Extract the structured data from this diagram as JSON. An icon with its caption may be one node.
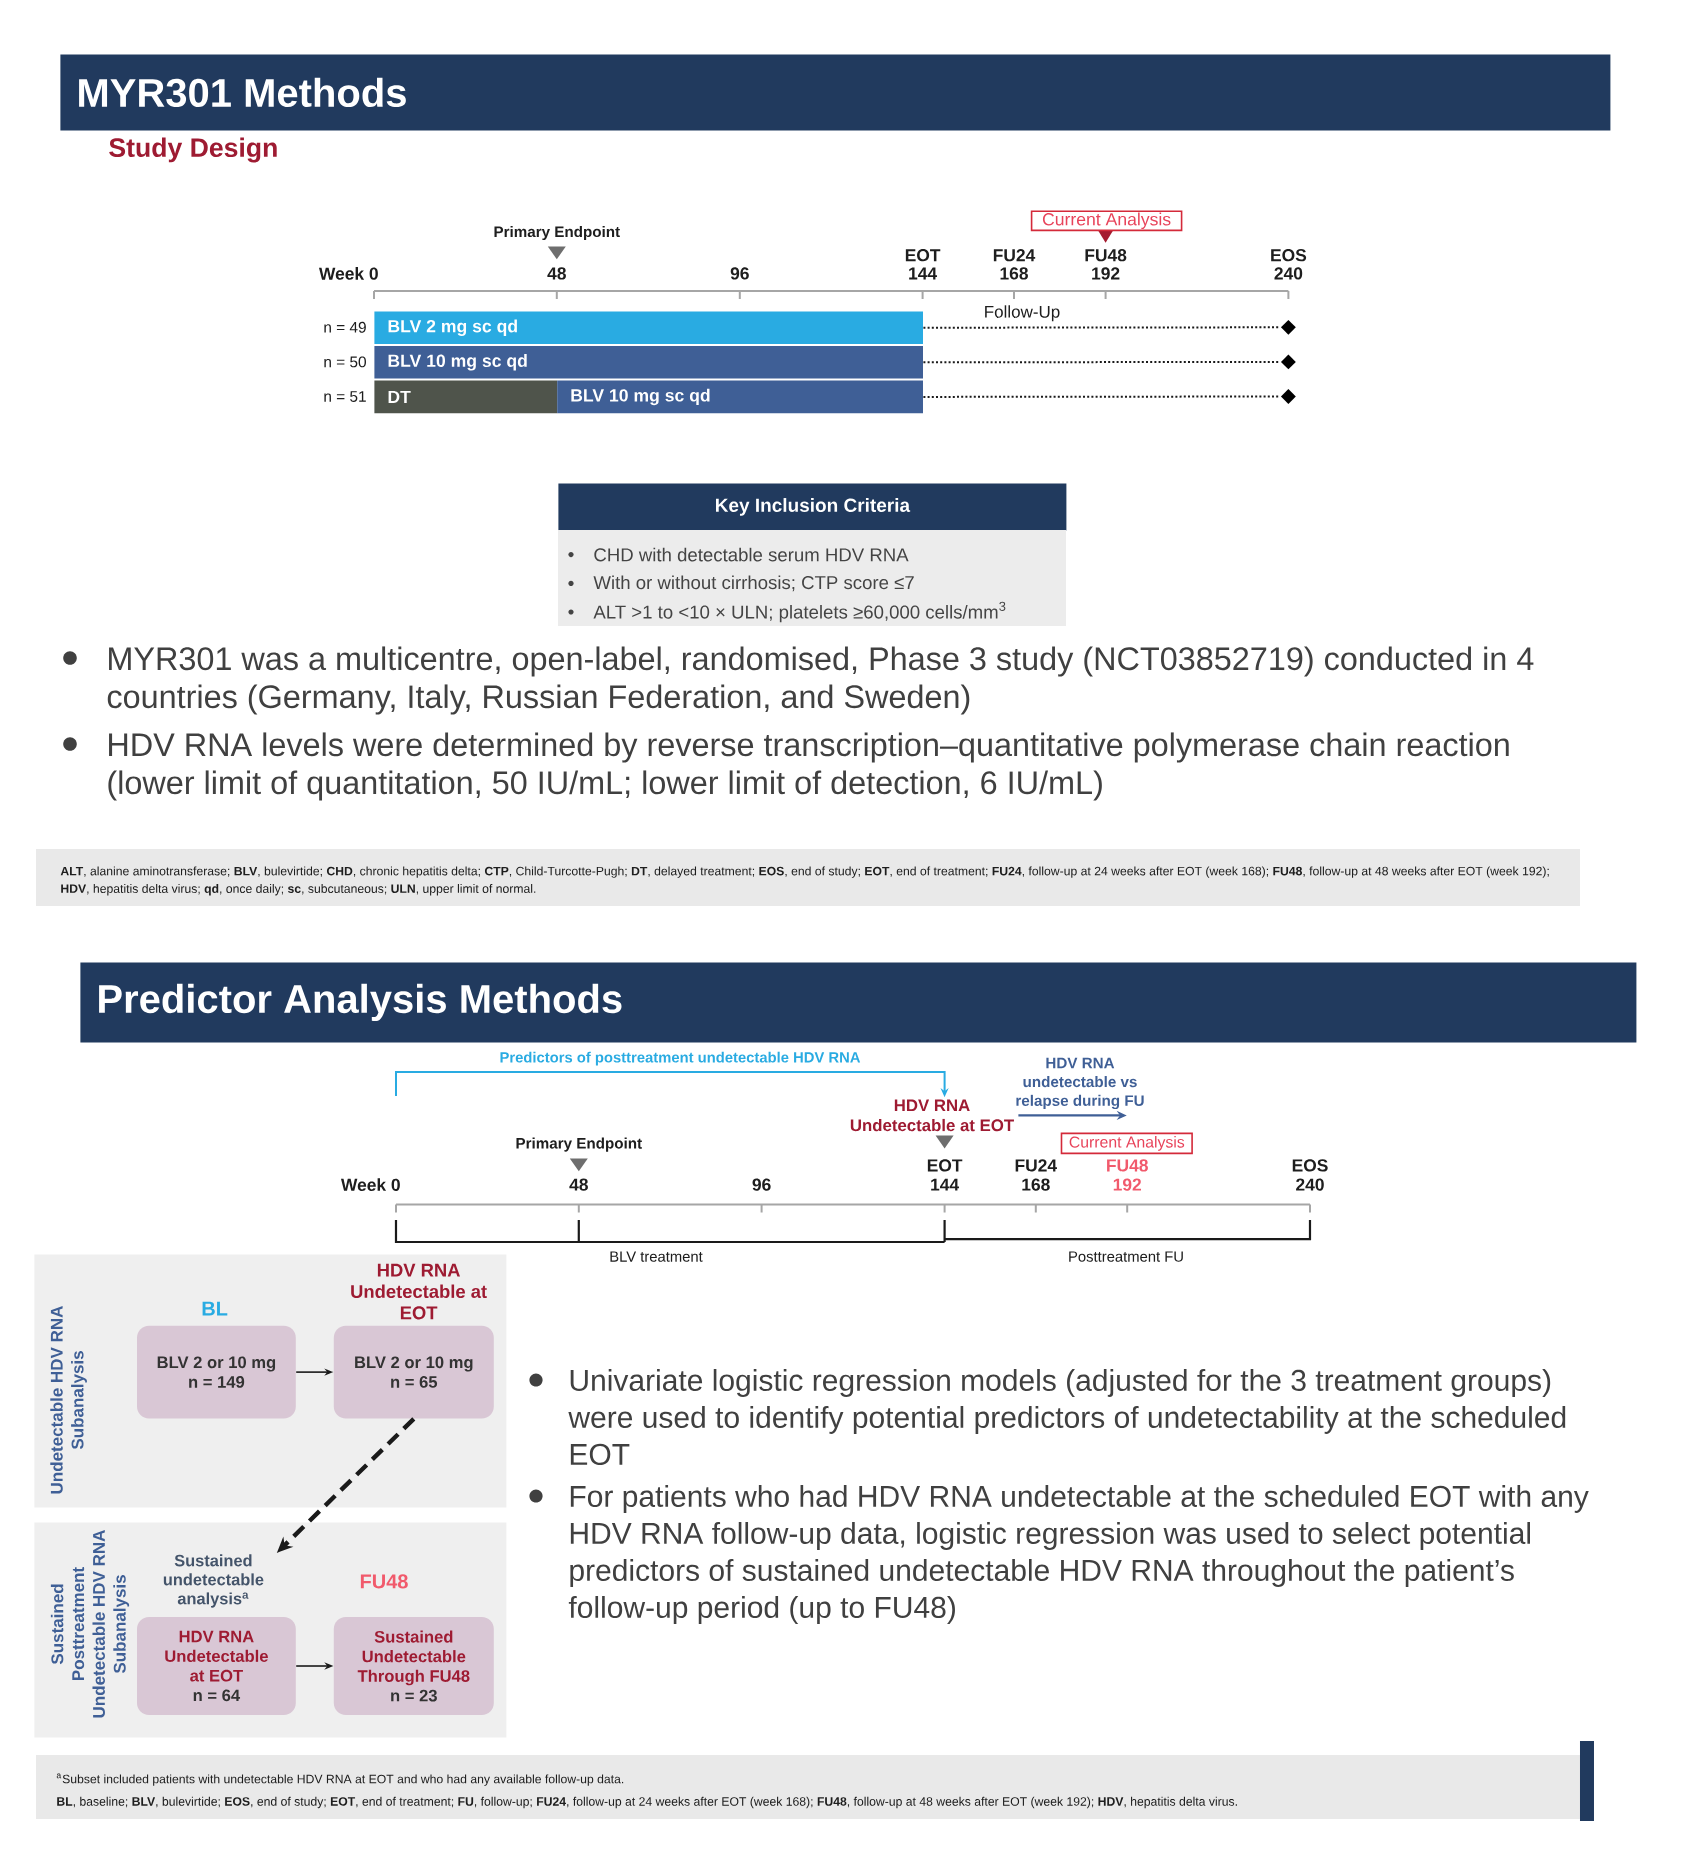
{
  "diagram": {
    "nodes": [
      {
        "text": [
          "MYR301 Methods"
        ]
      },
      {
        "text": [
          "Current Analysis"
        ]
      },
      {
        "text": [
          "BLV 2 mg sc qd"
        ],
        "beside": [
          "n = 49"
        ]
      },
      {
        "text": [
          "BLV 10 mg sc qd"
        ],
        "beside": [
          "n = 50"
        ]
      },
      {
        "text": [
          "DT"
        ],
        "beside": [
          "n = 51"
        ]
      },
      {
        "text": [
          "BLV 10 mg sc qd"
        ]
      },
      {
        "text": [],
        "shape": "diamond"
      },
      {
        "text": [],
        "shape": "diamond"
      },
      {
        "text": [],
        "shape": "diamond"
      },
      {
        "text": [
          "Key Inclusion Criteria",
          "CHD with detectable serum HDV RNA",
          "With or without cirrhosis; CTP score ≤7",
          "ALT >1 to <10 × ULN; platelets ≥60,000 cells/mm$^{3}$"
        ]
      },
      {
        "text": [
          "Predictor Analysis Methods"
        ]
      },
      {
        "text": [
          "HDV RNA Undetectable at EOT"
        ]
      },
      {
        "text": [
          "Current Analysis"
        ]
      },
      {
        "text": [
          "Undetectable HDV RNA Subanalysis"
        ]
      },
      {
        "text": [
          "BL",
          "BLV 2 or 10 mg",
          "n = 149"
        ],
        "in": 13
      },
      {
        "text": [
          "HDV RNA Undetectable at EOT",
          "BLV 2 or 10 mg",
          "n = 65"
        ],
        "in": 13
      },
      {
        "text": [
          "Sustained Posttreatment Undetectable HDV RNA Subanalysis"
        ]
      },
      {
        "text": [
          "Sustained undetectable analysis$^{a}$",
          "HDV RNA Undetectable at EOT",
          "n = 64"
        ],
        "in": 16
      },
      {
        "text": [
          "FU48",
          "Sustained Undetectable Through FU48",
          "n = 23"
        ],
        "in": 16
      }
    ],
    "edges": [
      {
        "from": 2,
        "to": 6,
        "arrow": "none",
        "style": "dashed"
      },
      {
        "from": 3,
        "to": 7,
        "arrow": "none",
        "style": "dashed"
      },
      {
        "from": 5,
        "to": 8,
        "arrow": "none",
        "style": "dashed"
      },
      {
        "from": null,
        "to": 11,
        "arrow": "to",
        "color": "#29abe2",
        "label": "Predictors of posttreatment undetectable HDV RNA"
      },
      {
        "from": 11,
        "to": 12,
        "arrow": "to",
        "color": "#3f5f96",
        "label": "HDV RNA undetectable vs relapse during FU"
      },
      {
        "from": 14,
        "to": 15,
        "arrow": "to"
      },
      {
        "from": 15,
        "to": 17,
        "arrow": "to",
        "style": "dashed"
      },
      {
        "from": 17,
        "to": 18,
        "arrow": "to"
      }
    ],
    "labels": [
      "Study Design",
      "Primary Endpoint",
      "Week 0",
      "48",
      "96",
      "EOT",
      "144",
      "FU24",
      "168",
      "FU48",
      "192",
      "EOS",
      "240",
      "Follow-Up",
      "MYR301 was a multicentre, open-label, randomised, Phase 3 study (NCT03852719) conducted in 4 countries (Germany, Italy, Russian Federation, and Sweden)",
      "HDV RNA levels were determined by reverse transcription–quantitative polymerase chain reaction (lower limit of quantitation, 50 IU/mL; lower limit of detection, 6 IU/mL)",
      "**ALT**, alanine aminotransferase; **BLV**, bulevirtide; **CHD**, chronic hepatitis delta; **CTP**, Child-Turcotte-Pugh; **DT**, delayed treatment; **EOS**, end of study; **EOT**, end of treatment; **FU24**, follow-up at 24 weeks after EOT (week 168); **FU48**, follow-up at 48 weeks after EOT (week 192); **HDV**, hepatitis delta virus; **qd**, once daily; **sc**, subcutaneous; **ULN**, upper limit of normal.",
      "Primary Endpoint",
      "Week 0",
      "48",
      "96",
      "EOT",
      "144",
      "FU24",
      "168",
      "FU48",
      "192",
      "EOS",
      "240",
      "BLV treatment",
      "Posttreatment FU",
      "Univariate logistic regression models (adjusted for the 3 treatment groups) were used to identify potential predictors of undetectability at the scheduled EOT",
      "For patients who had HDV RNA undetectable at the scheduled EOT with any HDV RNA follow-up data, logistic regression was used to select potential predictors of sustained undetectable HDV RNA throughout the patient’s follow-up period (up to FU48)",
      "$^{a}$Subset included patients with undetectable HDV RNA at EOT and who had any available follow-up data.",
      "**BL**, baseline; **BLV**, bulevirtide; **EOS**, end of study; **EOT**, end of treatment; **FU**, follow-up; **FU24**, follow-up at 24 weeks after EOT (week 168); **FU48**, follow-up at 48 weeks after EOT (week 192); **HDV**, hepatitis delta virus."
    ]
  }
}
